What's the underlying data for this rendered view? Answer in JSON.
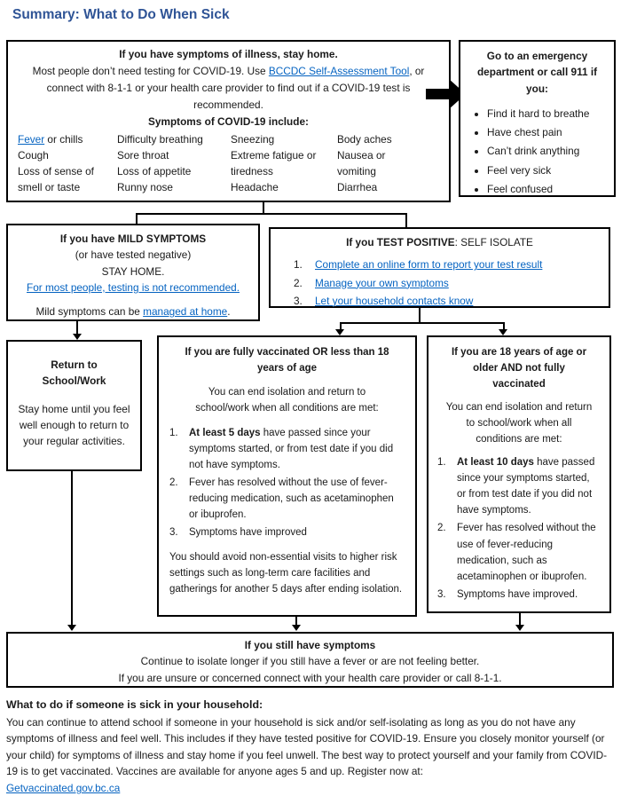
{
  "page_title": "Summary: What to Do When Sick",
  "colors": {
    "title": "#2F5496",
    "link": "#0563C1",
    "border": "#000000"
  },
  "list_numbers": [
    "1.",
    "2.",
    "3."
  ],
  "main_box": {
    "heading": "If you have symptoms of illness, stay home.",
    "intro_pre": "Most people don’t need testing for COVID-19. Use ",
    "intro_link": "BCCDC Self-Assessment Tool",
    "intro_post": ", or connect with 8-1-1 or your health care provider to find out if a COVID-19 test is recommended.",
    "symptoms_heading": "Symptoms of COVID-19 include:",
    "fever_link": "Fever",
    "fever_rest": " or chills",
    "col1": [
      "Cough",
      "Loss of sense of smell or taste"
    ],
    "col2": [
      "Difficulty breathing",
      "Sore throat",
      "Loss of appetite",
      "Runny nose"
    ],
    "col3": [
      "Sneezing",
      "Extreme fatigue or tiredness",
      "Headache"
    ],
    "col4": [
      "Body aches",
      "Nausea or vomiting",
      "Diarrhea"
    ]
  },
  "emergency_box": {
    "heading": "Go to an emergency department or call 911 if you:",
    "bullets": [
      "Find it hard to breathe",
      "Have chest pain",
      "Can’t drink anything",
      "Feel very sick",
      "Feel confused"
    ]
  },
  "mild_box": {
    "heading": "If you have MILD SYMPTOMS",
    "line2": "(or have tested negative)",
    "line3": "STAY HOME.",
    "link1": "For most people, testing is not recommended.",
    "line5_pre": "Mild symptoms can be ",
    "line5_link": "managed at home",
    "line5_post": "."
  },
  "positive_box": {
    "heading_bold": "If you TEST POSITIVE",
    "heading_rest": ": SELF ISOLATE",
    "items": [
      "Complete an online form to report your test result",
      "Manage your own symptoms",
      "Let your household contacts know"
    ]
  },
  "return_box": {
    "heading": "Return to School/Work",
    "body": "Stay home until you feel well enough to return to your regular activities."
  },
  "fully_box": {
    "heading": "If you are fully vaccinated OR less than 18 years of age",
    "intro": "You can end isolation and return to school/work when all conditions are met:",
    "item1_bold": "At least 5 days",
    "item1_rest": " have passed since your symptoms started, or from test date if you did not have symptoms.",
    "item2": "Fever has resolved without the use of fever-reducing medication, such as acetaminophen or ibuprofen.",
    "item3": "Symptoms have improved",
    "note": "You should avoid non-essential visits to higher risk settings such as long-term care facilities and gatherings for another 5 days after ending isolation."
  },
  "older_box": {
    "heading": "If you are 18 years of age or older AND not fully vaccinated",
    "intro": "You can end isolation and return to school/work when all conditions are met:",
    "item1_bold": "At least 10 days",
    "item1_rest": " have passed since your symptoms started, or from test date if you did not have symptoms.",
    "item2": "Fever has resolved without the use of fever-reducing medication, such as acetaminophen or ibuprofen.",
    "item3": "Symptoms have improved."
  },
  "still_box": {
    "heading": "If you still have symptoms",
    "line2": "Continue to isolate longer if you still have a fever or are not feeling better.",
    "line3": "If you are unsure or concerned connect with your health care provider or call 8-1-1."
  },
  "household": {
    "heading": "What to do if someone is sick in your household:",
    "body": "You can continue to attend school if someone in your household is sick and/or self-isolating as long as you do not have any symptoms of illness and feel well. This includes if they have tested positive for COVID-19. Ensure you closely monitor yourself (or your child) for symptoms of illness and stay home if you feel unwell. The best way to protect yourself and your family from COVID-19 is to get vaccinated. Vaccines are available for anyone ages 5 and up. Register now at:",
    "link": "Getvaccinated.gov.bc.ca"
  }
}
